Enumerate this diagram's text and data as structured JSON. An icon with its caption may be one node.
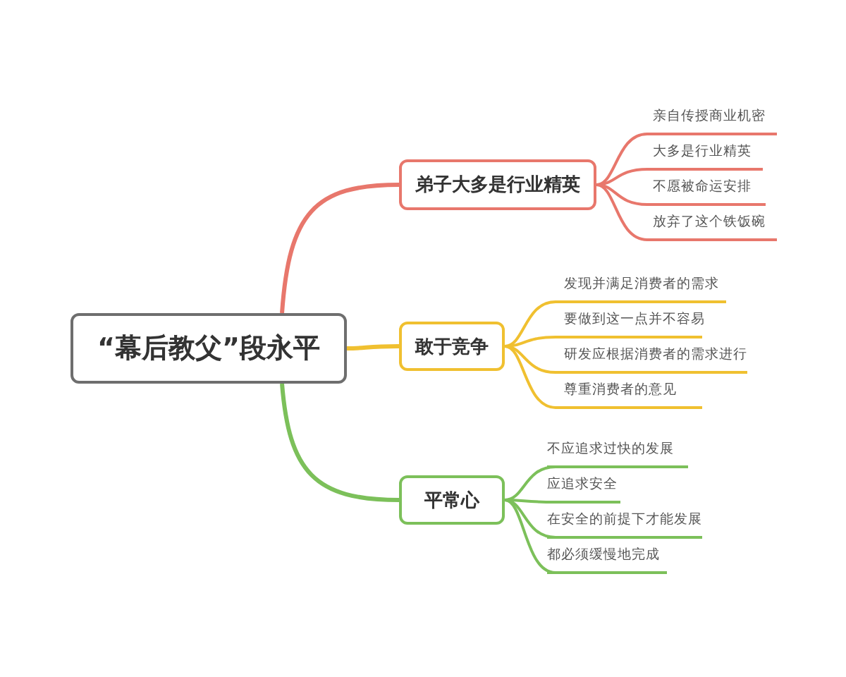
{
  "diagram": {
    "nodes": [
      {
        "text": [
          "“幕后教父”段永平"
        ]
      },
      {
        "text": [
          "弟子大多是行业精英"
        ]
      },
      {
        "text": [
          "亲自传授商业机密"
        ]
      },
      {
        "text": [
          "大多是行业精英"
        ]
      },
      {
        "text": [
          "不愿被命运安排"
        ]
      },
      {
        "text": [
          "放弃了这个铁饭碗"
        ]
      },
      {
        "text": [
          "敢于竞争"
        ]
      },
      {
        "text": [
          "发现并满足消费者的需求"
        ]
      },
      {
        "text": [
          "要做到这一点并不容易"
        ]
      },
      {
        "text": [
          "研发应根据消费者的需求进行"
        ]
      },
      {
        "text": [
          "尊重消费者的意见"
        ]
      },
      {
        "text": [
          "平常心"
        ]
      },
      {
        "text": [
          "不应追求过快的发展"
        ]
      },
      {
        "text": [
          "应追求安全"
        ]
      },
      {
        "text": [
          "在安全的前提下才能发展"
        ]
      },
      {
        "text": [
          "都必须缓慢地完成"
        ]
      }
    ],
    "edges": [
      {
        "from": 0,
        "to": 1,
        "arrow": "none",
        "color": "#e8776c"
      },
      {
        "from": 1,
        "to": 2,
        "arrow": "none",
        "color": "#e8776c"
      },
      {
        "from": 1,
        "to": 3,
        "arrow": "none",
        "color": "#e8776c"
      },
      {
        "from": 1,
        "to": 4,
        "arrow": "none",
        "color": "#e8776c"
      },
      {
        "from": 1,
        "to": 5,
        "arrow": "none",
        "color": "#e8776c"
      },
      {
        "from": 0,
        "to": 6,
        "arrow": "none",
        "color": "#f0c030"
      },
      {
        "from": 6,
        "to": 7,
        "arrow": "none",
        "color": "#f0c030"
      },
      {
        "from": 6,
        "to": 8,
        "arrow": "none",
        "color": "#f0c030"
      },
      {
        "from": 6,
        "to": 9,
        "arrow": "none",
        "color": "#f0c030"
      },
      {
        "from": 6,
        "to": 10,
        "arrow": "none",
        "color": "#f0c030"
      },
      {
        "from": 0,
        "to": 11,
        "arrow": "none",
        "color": "#7cc05a"
      },
      {
        "from": 11,
        "to": 12,
        "arrow": "none",
        "color": "#7cc05a"
      },
      {
        "from": 11,
        "to": 13,
        "arrow": "none",
        "color": "#7cc05a"
      },
      {
        "from": 11,
        "to": 14,
        "arrow": "none",
        "color": "#7cc05a"
      },
      {
        "from": 11,
        "to": 15,
        "arrow": "none",
        "color": "#7cc05a"
      }
    ]
  }
}
